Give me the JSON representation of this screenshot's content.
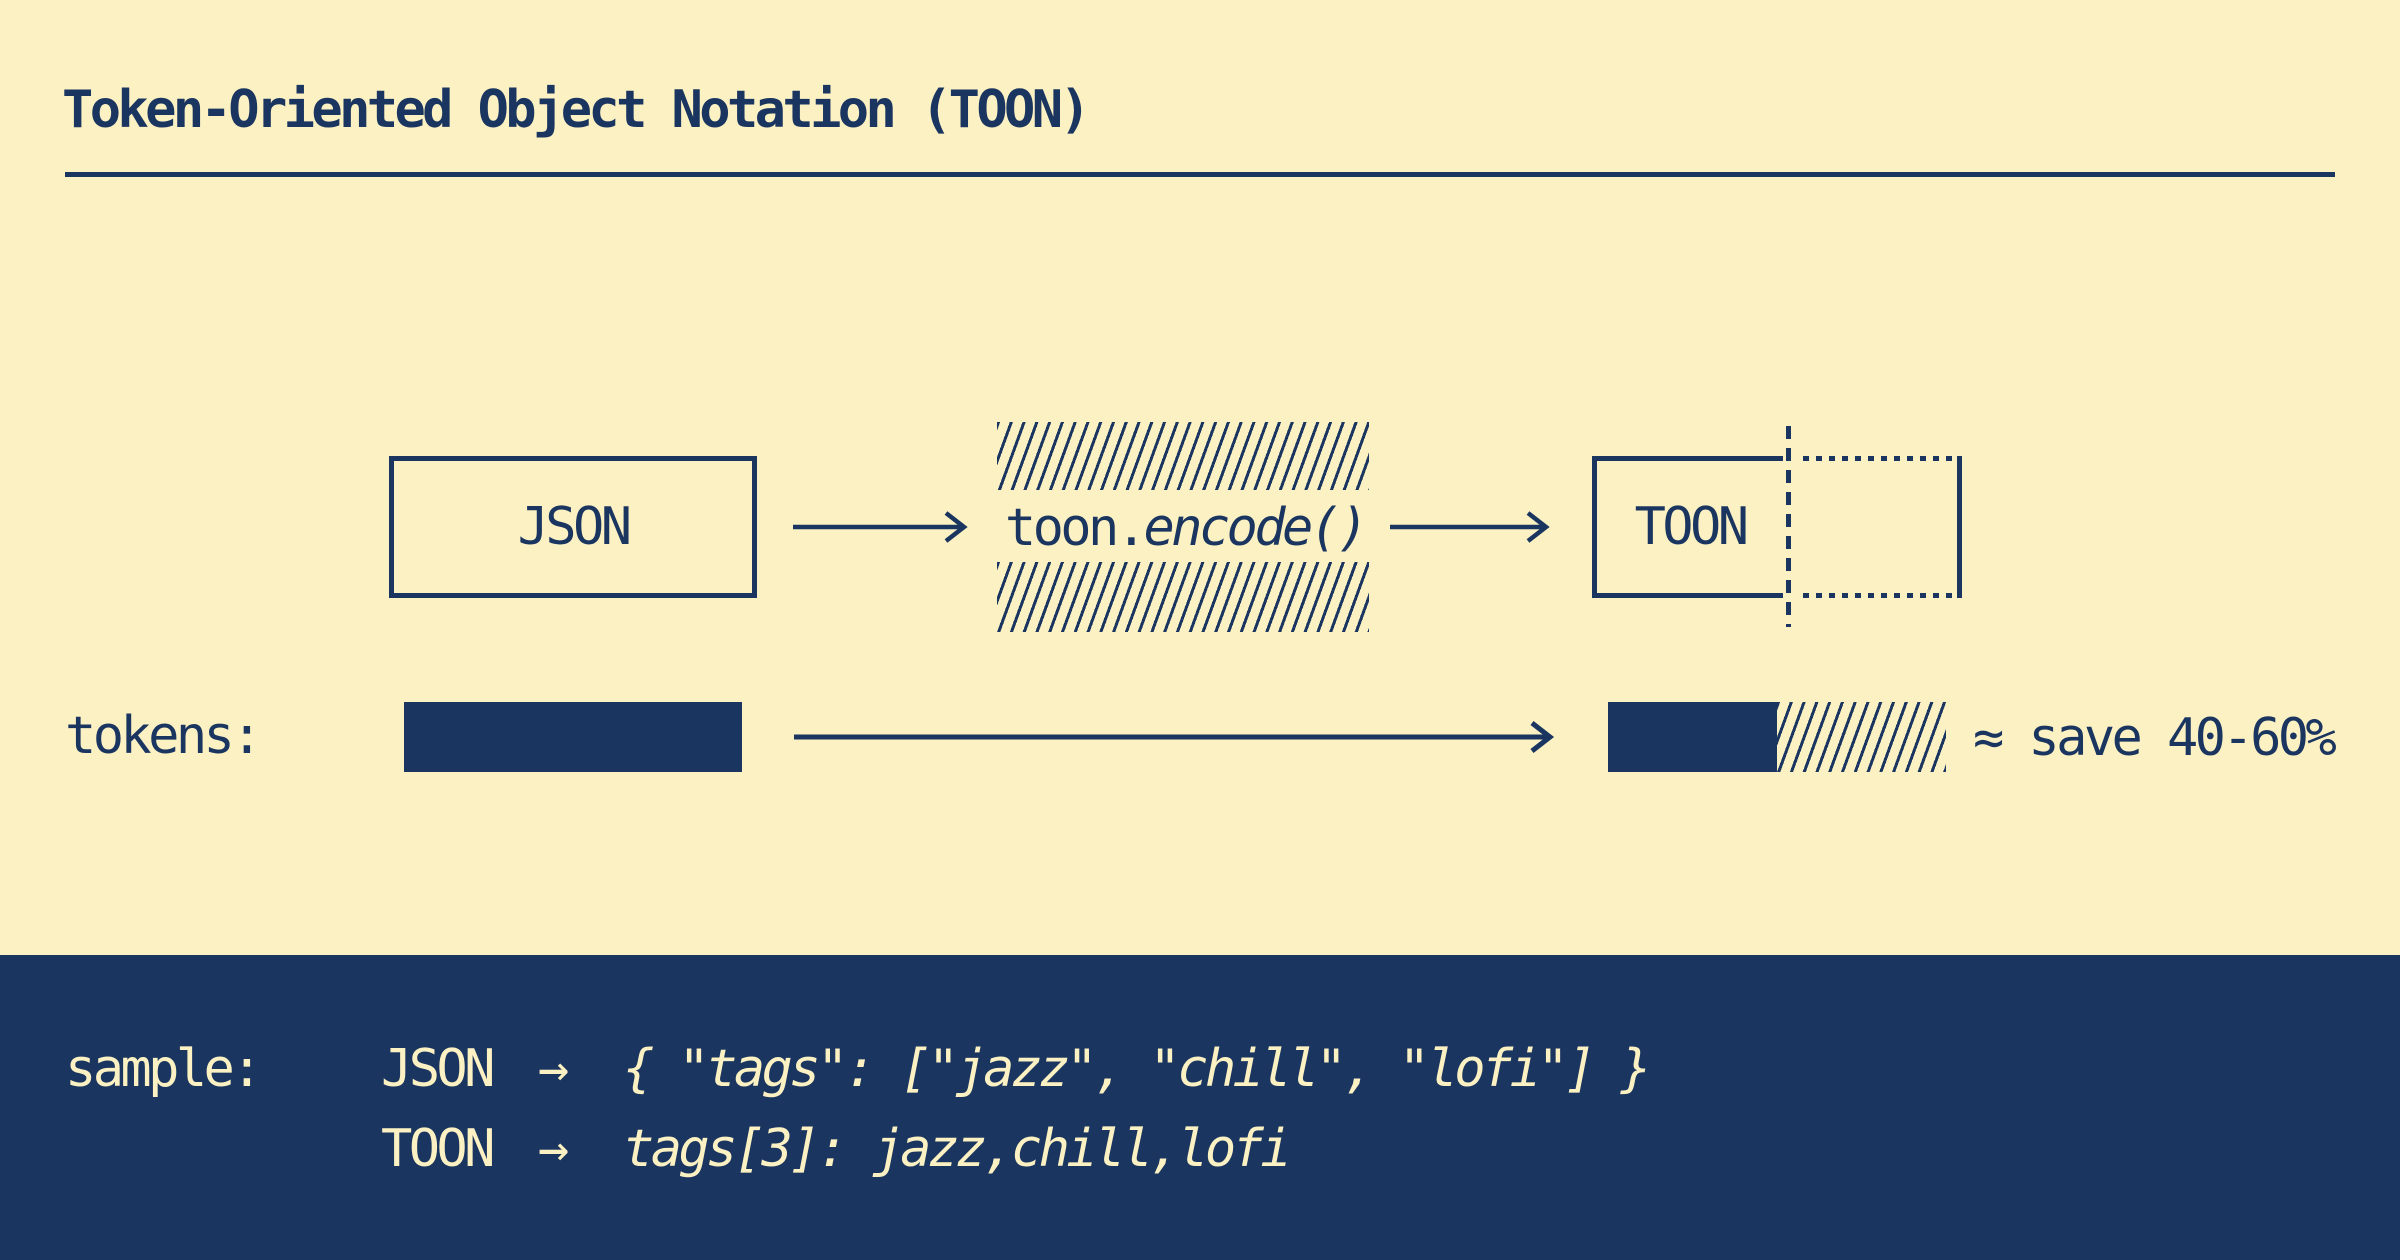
{
  "colors": {
    "navy": "#1a355f",
    "cream": "#fbf1c3"
  },
  "header": {
    "title": "Token-Oriented Object Notation (TOON)"
  },
  "flow": {
    "input_label": "JSON",
    "encoder_prefix": "toon.",
    "encoder_call": "encode()",
    "output_label": "TOON"
  },
  "tokens_row": {
    "label": "tokens:",
    "savings_note": "≈ save 40-60%"
  },
  "sample": {
    "label": "sample:",
    "rows": [
      {
        "lang": "JSON",
        "arrow": "→",
        "code": "{ \"tags\": [\"jazz\", \"chill\", \"lofi\"] }"
      },
      {
        "lang": "TOON",
        "arrow": "→",
        "code": "tags[3]: jazz,chill,lofi"
      }
    ]
  }
}
